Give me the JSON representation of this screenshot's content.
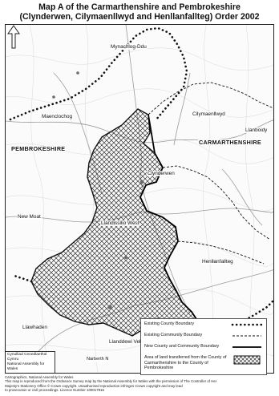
{
  "title": {
    "line1": "Map A of the Carmarthenshire and Pembrokeshire",
    "line2": "(Clynderwen, Cilymaenllwyd and Henllanfallteg) Order 2002"
  },
  "places": {
    "mynachlog_ddu": "Mynachlog-Ddu",
    "maenclochog": "Maenclochog",
    "cilymaenllwyd": "Cilymaenllwyd",
    "llanboidy": "Llanboidy",
    "pembrokeshire": "PEMBROKESHIRE",
    "carmarthenshire": "CARMARTHENSHIRE",
    "clynderwen": "Clynderwen",
    "new_moat": "New Moat",
    "llandissilio_west": "Llandissilio West",
    "henllanfallteg": "Henllanfallteg",
    "llawhaden": "Llawhaden",
    "llanddewi_velfrey": "Llanddewi Velfrey",
    "narberth_n": "Narberth N"
  },
  "legend": {
    "existing_county": "Existing County Boundary",
    "existing_community": "Existing Community Boundary",
    "new_boundary": "New County and Community Boundary",
    "land_transfer": "Area of land transferred from the County of Carmarthenshire to the County of Pembrokeshire"
  },
  "inset": {
    "line1": "Cynulliad Cenedlaethol Cymru",
    "line2": "National Assembly for Wales"
  },
  "footer": {
    "line1": "Cartographics, National Assembly for Wales",
    "line2": "This map is reproduced from the Ordnance Survey map by the National Assembly for Wales with the permission of The Controller of Her",
    "line3": "Majesty's Stationery Office © Crown copyright. Unauthorised reproduction infringes Crown copyright and may lead",
    "line4": "to prosecution or civil proceedings. Licence Number 100017916"
  },
  "colors": {
    "boundary": "#111111",
    "hatch": "#333333",
    "roads": "#9a9a9a",
    "terrain": "#e6e6e6"
  },
  "icons": {
    "north": "north-arrow-icon"
  }
}
